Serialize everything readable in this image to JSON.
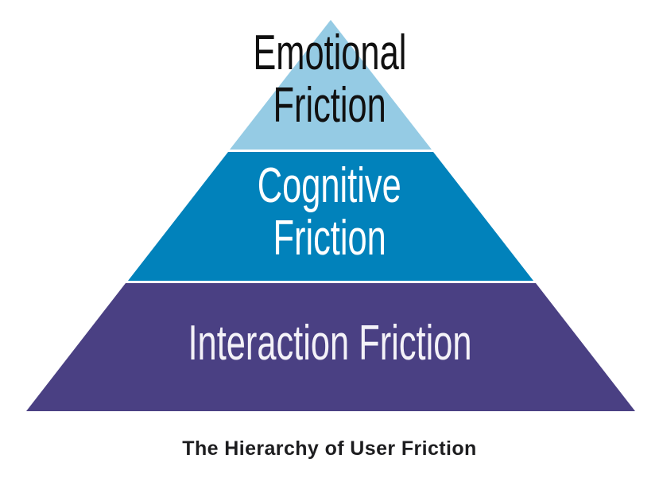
{
  "pyramid": {
    "caption": "The Hierarchy of User Friction",
    "divider_color": "#ffffff",
    "tiers": [
      {
        "name": "emotional",
        "label": "Emotional Friction",
        "line1": "Emotional",
        "line2": "Friction",
        "fill": "#95CBE4",
        "text_color": "#101010",
        "level": 1
      },
      {
        "name": "cognitive",
        "label": "Cognitive Friction",
        "line1": "Cognitive",
        "line2": "Friction",
        "fill": "#0182BB",
        "text_color": "#FFFFFF",
        "level": 2
      },
      {
        "name": "interaction",
        "label": "Interaction Friction",
        "line1": "Interaction Friction",
        "line2": "",
        "fill": "#4A4083",
        "text_color": "#F4F2F8",
        "level": 3
      }
    ]
  }
}
